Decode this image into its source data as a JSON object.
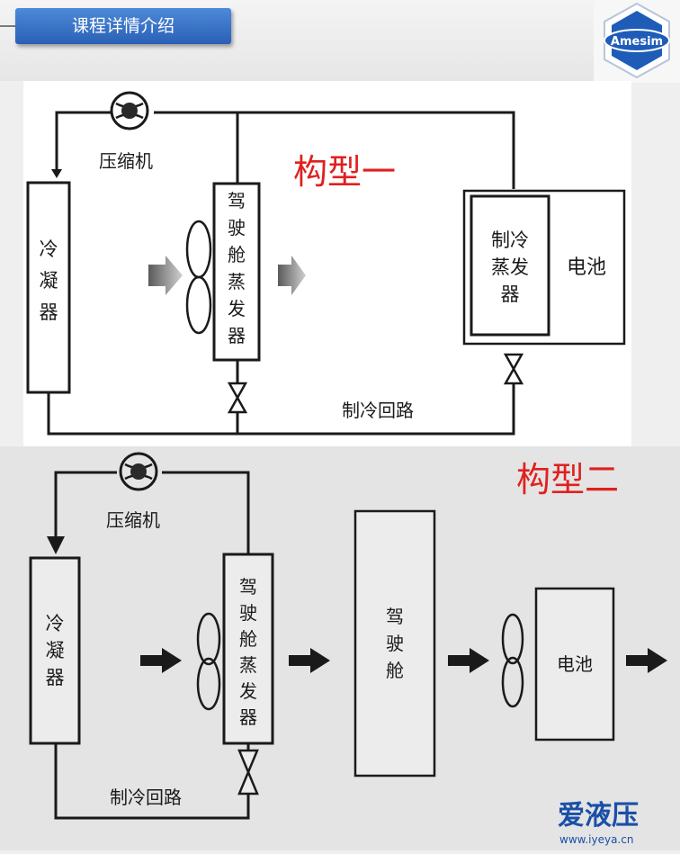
{
  "header": {
    "title": "课程详情介绍",
    "logo_text": "Amesim"
  },
  "config1": {
    "heading": "构型一",
    "compressor": "压缩机",
    "condenser": [
      "冷",
      "凝",
      "器"
    ],
    "cabin_evap": [
      "驾",
      "驶",
      "舱",
      "蒸",
      "发",
      "器"
    ],
    "chiller": [
      "制冷",
      "蒸发",
      "器"
    ],
    "battery": "电池",
    "loop": "制冷回路"
  },
  "config2": {
    "heading": "构型二",
    "compressor": "压缩机",
    "condenser": [
      "冷",
      "凝",
      "器"
    ],
    "cabin_evap": [
      "驾",
      "驶",
      "舱",
      "蒸",
      "发",
      "器"
    ],
    "cabin": [
      "驾",
      "驶",
      "舱"
    ],
    "battery": "电池",
    "loop": "制冷回路"
  },
  "watermark": {
    "brand": "爱液压",
    "url": "www.iyeya.cn"
  },
  "colors": {
    "accent_red": "#e02020",
    "tab_blue": "#3a74cc",
    "watermark_blue": "#1a4fa8"
  },
  "icons": [
    "compressor-icon",
    "fan-icon",
    "expansion-valve-icon",
    "flow-arrow-icon",
    "amesim-logo-icon"
  ]
}
